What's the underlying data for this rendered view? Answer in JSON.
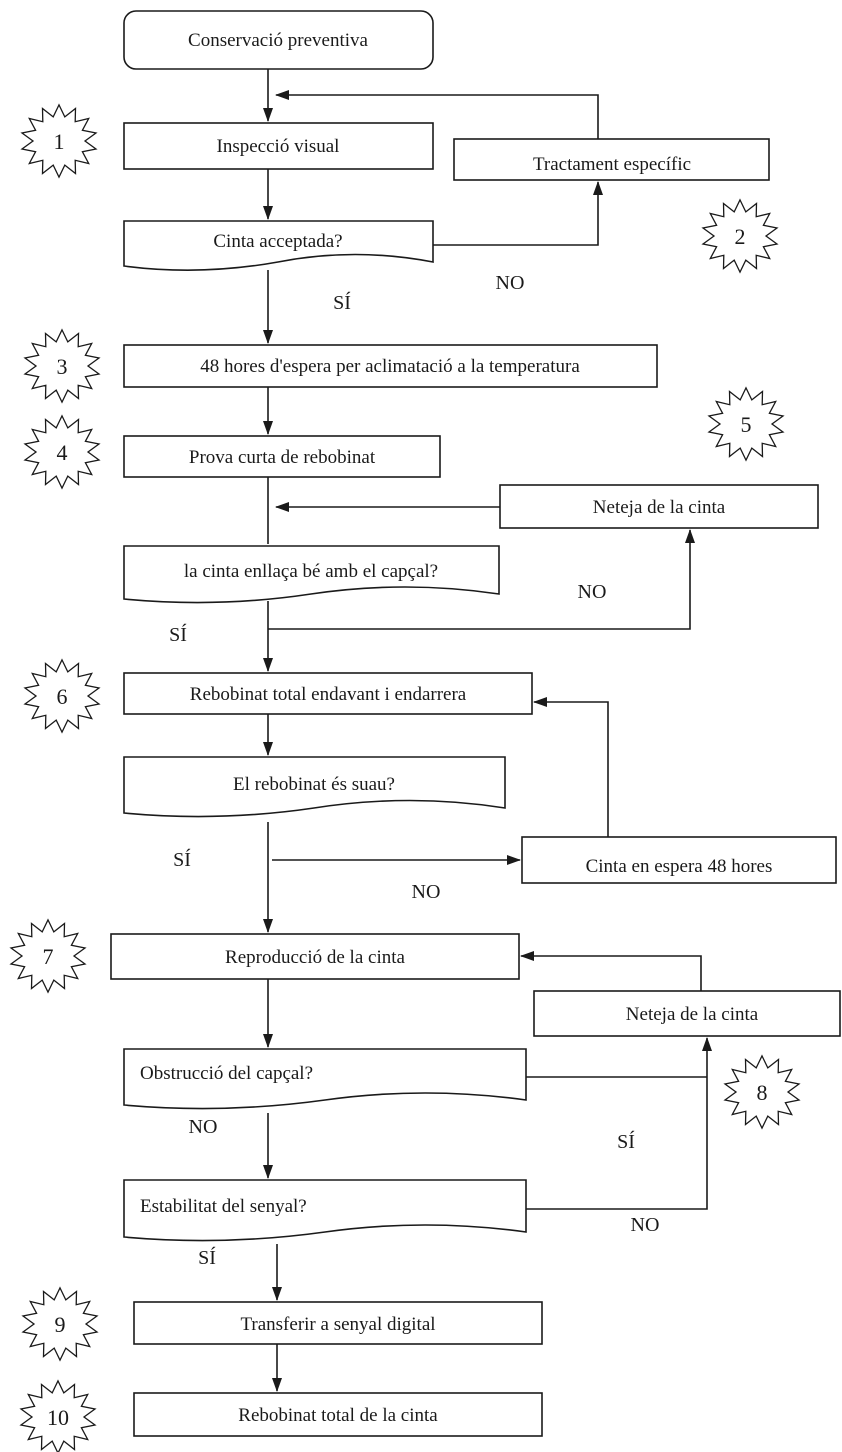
{
  "steps": {
    "start": "Conservació preventiva",
    "inspect": "Inspecció visual",
    "treatment": "Tractament específic",
    "accepted": "Cinta acceptada?",
    "acclimate": "48 hores d'espera per aclimatació a la temperatura",
    "short_rewind": "Prova curta de rebobinat",
    "clean1": "Neteja de la cinta",
    "engage": "la cinta enllaça bé amb el capçal?",
    "full_rewind": "Rebobinat total endavant i endarrera",
    "smooth": "El rebobinat és  suau?",
    "wait48": "Cinta en espera 48 hores",
    "play": "Reproducció de la cinta",
    "clean2": "Neteja de la cinta",
    "obstruction": "Obstrucció del capçal?",
    "stability": "Estabilitat del senyal?",
    "transfer": "Transferir a senyal digital",
    "final_rewind": "Rebobinat total de la cinta"
  },
  "edge_labels": {
    "accepted_yes": "SÍ",
    "accepted_no": "NO",
    "engage_yes": "SÍ",
    "engage_no": "NO",
    "smooth_yes": "SÍ",
    "smooth_no": "NO",
    "obstruction_no": "NO",
    "obstruction_yes": "SÍ",
    "stability_yes": "SÍ",
    "stability_no": "NO"
  },
  "stage_badges": [
    "1",
    "2",
    "3",
    "4",
    "5",
    "6",
    "7",
    "8",
    "9",
    "10"
  ]
}
